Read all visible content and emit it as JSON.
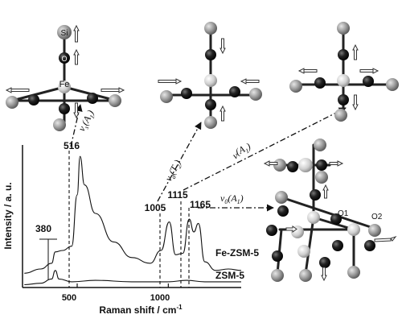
{
  "axes": {
    "ylabel": "Intensity / a. u.",
    "xlabel": "Raman shift / cm",
    "xlabel_sup": "-1",
    "ticks": [
      "500",
      "1000"
    ]
  },
  "peaks": {
    "p380": "380",
    "p516": "516",
    "p1005": "1005",
    "p1115": "1115",
    "p1165": "1165"
  },
  "series": {
    "fe": "Fe-ZSM-5",
    "zsm": "ZSM-5"
  },
  "atoms": {
    "si": "Si",
    "o": "O",
    "fe": "Fe",
    "o1": "O1",
    "o2": "O2"
  },
  "modes": {
    "m1": "ν",
    "m1_sub": "s",
    "m1_arg": "(A",
    "m1_arg_sub": "1",
    "m1_close": ")",
    "m2": "ν",
    "m2_sub": "d",
    "m2_arg": "(T",
    "m2_arg_sub": "2",
    "m2_close": ")",
    "m3": "ν",
    "m3_sub": "",
    "m3_arg": "(A",
    "m3_arg_sub": "1",
    "m3_close": ")",
    "m4": "ν",
    "m4_sub": "0",
    "m4_arg": "(A",
    "m4_arg_sub": "1",
    "m4_close": ")"
  },
  "colors": {
    "dark_atom": "#1a1a1a",
    "grey_atom": "#9a9a9a",
    "light_atom": "#cfcfcf",
    "line": "#111111"
  },
  "chart_data": {
    "type": "line",
    "xlabel": "Raman shift / cm-1",
    "ylabel": "Intensity / a. u.",
    "xlim": [
      200,
      1400
    ],
    "series": [
      {
        "name": "Fe-ZSM-5",
        "x": [
          210,
          300,
          360,
          380,
          420,
          470,
          500,
          516,
          540,
          600,
          700,
          800,
          900,
          960,
          1005,
          1040,
          1080,
          1115,
          1140,
          1165,
          1200,
          1260,
          1330,
          1400
        ],
        "y": [
          0.1,
          0.13,
          0.17,
          0.25,
          0.26,
          0.29,
          0.65,
          0.92,
          0.72,
          0.52,
          0.32,
          0.21,
          0.17,
          0.26,
          0.46,
          0.23,
          0.24,
          0.48,
          0.39,
          0.45,
          0.18,
          0.12,
          0.13,
          0.12
        ]
      },
      {
        "name": "ZSM-5",
        "x": [
          210,
          300,
          360,
          380,
          400,
          470,
          600,
          800,
          1000,
          1100,
          1200,
          1300,
          1400
        ],
        "y": [
          0.02,
          0.03,
          0.06,
          0.12,
          0.06,
          0.04,
          0.05,
          0.04,
          0.04,
          0.05,
          0.04,
          0.04,
          0.04
        ]
      }
    ]
  }
}
